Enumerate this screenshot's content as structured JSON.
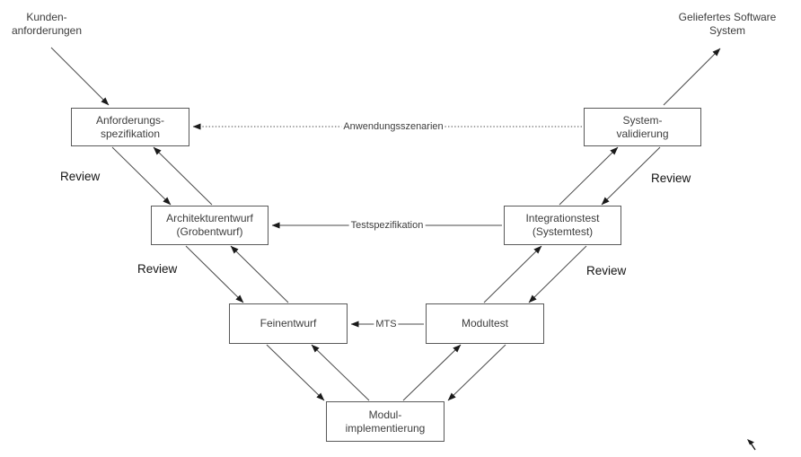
{
  "colors": {
    "background": "#ffffff",
    "box_border": "#595959",
    "box_text": "#3d3d3d",
    "connector_line": "#4a4a4a",
    "arrowhead": "#1a1a1a",
    "review_text": "#141414"
  },
  "nodes": {
    "kundenanforderungen": {
      "line1": "Kunden-",
      "line2": "anforderungen"
    },
    "geliefertes_software_system": {
      "line1": "Geliefertes Software",
      "line2": "System"
    },
    "anforderungsspezifikation": {
      "line1": "Anforderungs-",
      "line2": "spezifikation"
    },
    "systemvalidierung": {
      "line1": "System-",
      "line2": "validierung"
    },
    "architekturentwurf": {
      "line1": "Architekturentwurf",
      "line2": "(Grobentwurf)"
    },
    "integrationstest": {
      "line1": "Integrationstest",
      "line2": "(Systemtest)"
    },
    "feinentwurf": {
      "label": "Feinentwurf"
    },
    "modultest": {
      "label": "Modultest"
    },
    "modulimplementierung": {
      "line1": "Modul-",
      "line2": "implementierung"
    }
  },
  "edge_labels": {
    "anwendungsszenarien": "Anwendungsszenarien",
    "testspezifikation": "Testspezifikation",
    "mts": "MTS",
    "review": "Review"
  }
}
